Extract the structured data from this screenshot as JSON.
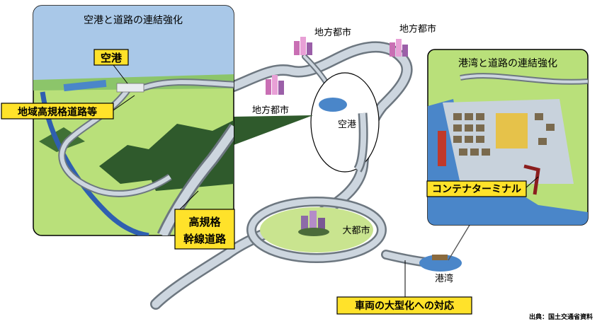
{
  "panels": {
    "airport_panel_title": "空港と道路の連結強化",
    "port_panel_title": "港湾と道路の連結強化"
  },
  "callouts": {
    "airport": "空港",
    "regional_road": "地域高規格道路等",
    "trunk_road_line1": "高規格",
    "trunk_road_line2": "幹線道路",
    "container_terminal": "コンテナターミナル",
    "vehicle_upsize": "車両の大型化への対応"
  },
  "labels": {
    "city_top_left": "地方都市",
    "city_top_right": "地方都市",
    "city_left": "地方都市",
    "center_airport": "空港",
    "metropolis": "大都市",
    "harbor": "港湾"
  },
  "source": "出典：国土交通省資料",
  "colors": {
    "sky": "#a9c8e8",
    "grass": "#b9e07a",
    "road": "#c8d2dc",
    "river": "#2f5fb0",
    "mountain": "#2f5a2c",
    "callout": "#ffe22a",
    "water": "#4a86c9"
  }
}
